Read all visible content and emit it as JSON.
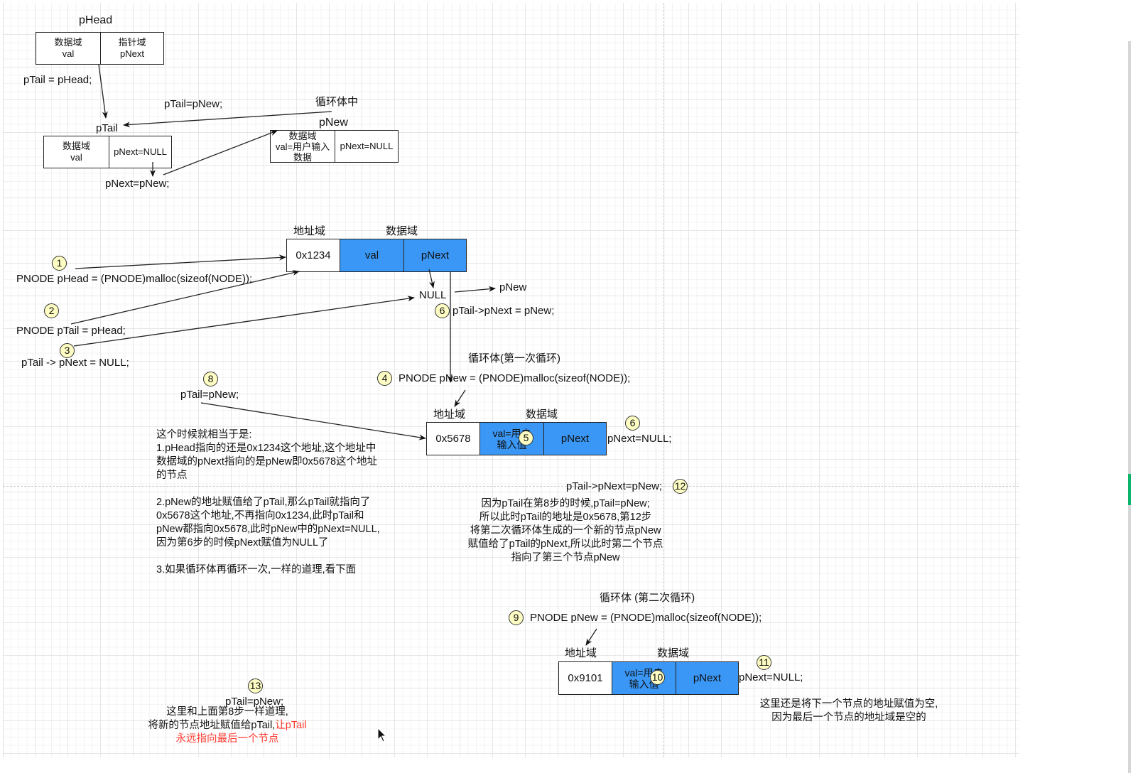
{
  "diagram": {
    "top": {
      "phead_label": "pHead",
      "phead_cell1": "数据域\nval",
      "phead_cell2": "指针域\npNext",
      "assign_ptail_phead": "pTail = pHead;",
      "ptail_label": "pTail",
      "ptail_cell1": "数据域\nval",
      "ptail_cell2": "pNext=NULL",
      "pnext_assign": "pNext=pNew;",
      "ptail_pnew": "pTail=pNew;",
      "loop_label": "循环体中",
      "pnew_label": "pNew",
      "pnew_cell1": "数据域\nval=用户输入\n数据",
      "pnew_cell2": "pNext=NULL"
    },
    "node1": {
      "addr_header": "地址域",
      "data_header": "数据域",
      "addr": "0x1234",
      "val": "val",
      "next": "pNext",
      "null_label": "NULL",
      "pnew_label": "pNew"
    },
    "steps": {
      "s1_code": "PNODE pHead = (PNODE)malloc(sizeof(NODE));",
      "s2_code": "PNODE pTail = pHead;",
      "s3_code": "pTail -> pNext = NULL;",
      "s6_code": "pTail->pNext = pNew;",
      "loop1_title": "循环体(第一次循环)",
      "s4_code": "PNODE pNew = (PNODE)malloc(sizeof(NODE));",
      "s8_code": "pTail=pNew;",
      "s6b_code": "pNext=NULL;",
      "s12_code": "pTail->pNext=pNew;",
      "loop2_title": "循环体 (第二次循环)",
      "s9_code": "PNODE pNew = (PNODE)malloc(sizeof(NODE));",
      "s11_code": "pNext=NULL;",
      "s13_code": "pTail=pNew;"
    },
    "node2": {
      "addr_header": "地址域",
      "data_header": "数据域",
      "addr": "0x5678",
      "val": "val=用户\n输入值",
      "next": "pNext"
    },
    "node3": {
      "addr_header": "地址域",
      "data_header": "数据域",
      "addr": "0x9101",
      "val": "val=用户\n输入值",
      "next": "pNext"
    },
    "badges": [
      "1",
      "2",
      "3",
      "4",
      "5",
      "6",
      "6",
      "8",
      "9",
      "10",
      "11",
      "12",
      "13"
    ],
    "notes": {
      "explain_1": "这个时候就相当于是:\n1.pHead指向的还是0x1234这个地址,这个地址中\n数据域的pNext指向的是pNew即0x5678这个地址\n的节点\n\n2.pNew的地址赋值给了pTail,那么pTail就指向了\n0x5678这个地址,不再指向0x1234,此时pTail和\npNew都指向0x5678,此时pNew中的pNext=NULL,\n因为第6步的时候pNext赋值为NULL了\n\n3.如果循环体再循环一次,一样的道理,看下面",
      "explain_12": "因为pTail在第8步的时候,pTail=pNew;\n所以此时pTail的地址是0x5678,第12步\n将第二次循环体生成的一个新的节点pNew\n赋值给了pTail的pNext,所以此时第二个节点\n指向了第三个节点pNew",
      "explain_11": "这里还是将下一个节点的地址赋值为空,\n因为最后一个节点的地址域是空的",
      "explain_13_black": "这里和上面第8步一样道理,\n将新的节点地址赋值给pTail,",
      "explain_13_red1": "让pTail",
      "explain_13_red2": "永远指向最后一个节点"
    },
    "colors": {
      "node_blue": "#3a97f5",
      "badge_fill": "#fefdc3",
      "highlight_red": "#ff3b30",
      "scroll_thumb": "#0ab46b"
    }
  }
}
